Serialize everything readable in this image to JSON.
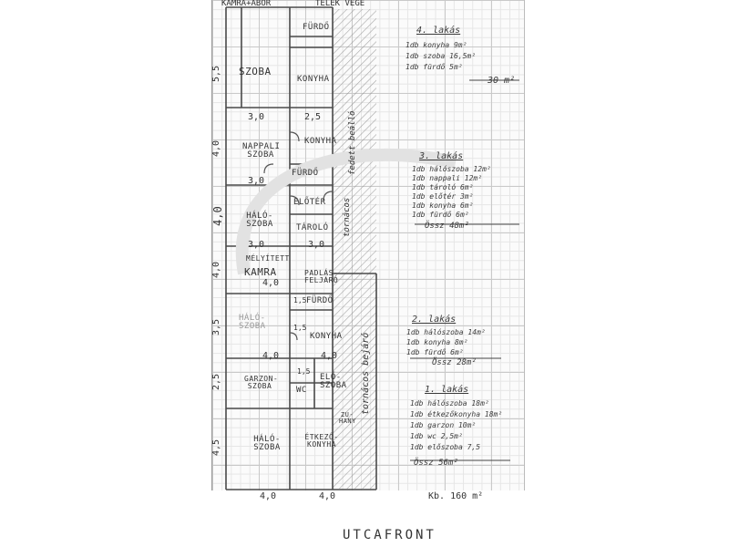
{
  "header": {
    "top_left": "KAMRA+ABOR",
    "top_right": "TELEK VÉGE"
  },
  "rooms": {
    "furdo_top": "FÜRDŐ",
    "szoba": "SZOBA",
    "konyha_top": "KONYHA",
    "konyha_2": "KONYHA",
    "nappali": "NAPPALI SZOBA",
    "furdo_2": "FÜRDŐ",
    "eloter": "ELŐTÉR",
    "halo_1": "HÁLÓ-SZOBA",
    "tarolo": "TÁROLÓ",
    "melyitett": "MÉLYÍTETT",
    "kamra": "KAMRA",
    "padlasfeljaro": "PADLÁS-FELJÁRÓ",
    "furdo_3": "FÜRDŐ",
    "halo_2": "HÁLÓ-SZOBA",
    "konyha_3": "KONYHA",
    "garzon": "GARZON-SZOBA",
    "wc": "WC",
    "eloszoba": "ELŐ-SZOBA",
    "zuhany": "ZU-HANY",
    "halo_3": "HÁLÓ-SZOBA",
    "etkezo": "ÉTKEZŐ-KONYHA"
  },
  "corridor": {
    "upper": "fedett beálló",
    "middle": "tornácos",
    "lower": "tornácos bejáró"
  },
  "dimensions": {
    "w30_a": "3,0",
    "w25_a": "2,5",
    "w30_b": "3,0",
    "w30_c": "3,0",
    "w30_d": "3,0",
    "w40_a": "4,0",
    "w40_b": "4,0",
    "w40_c": "4,0",
    "w15_a": "1,5",
    "w15_b": "1,5",
    "w15_c": "1,5",
    "h55": "5,5",
    "h40_a": "4,0",
    "h40_b": "4,0",
    "h40_c": "4,0",
    "h35": "3,5",
    "h25": "2,5",
    "h45": "4,5",
    "bottom_left": "4,0",
    "bottom_mid": "4,0"
  },
  "apartments": [
    {
      "title": "4. lakás",
      "rows": [
        "1db konyha  9m²",
        "1db szoba  16,5m²",
        "1db fürdő  5m²"
      ],
      "total": "30 m²"
    },
    {
      "title": "3. lakás",
      "rows": [
        "1db hálószoba  12m²",
        "1db nappali  12m²",
        "1db tároló  6m²",
        "1db előtér  3m²",
        "1db konyha  6m²",
        "1db fürdő  6m²"
      ],
      "total": "Össz  48m²"
    },
    {
      "title": "2. lakás",
      "rows": [
        "1db hálószoba  14m²",
        "1db konyha  8m²",
        "1db fürdő  6m²"
      ],
      "total": "Össz  28m²"
    },
    {
      "title": "1. lakás",
      "rows": [
        "1db hálószoba  18m²",
        "1db étkezőkonyha  18m²",
        "1db garzon  10m²",
        "1db wc  2,5m²",
        "1db előszoba  7,5"
      ],
      "total": "Össz  56m²"
    }
  ],
  "footer": {
    "kb": "Kb. 160 m²",
    "street": "UTCAFRONT"
  }
}
